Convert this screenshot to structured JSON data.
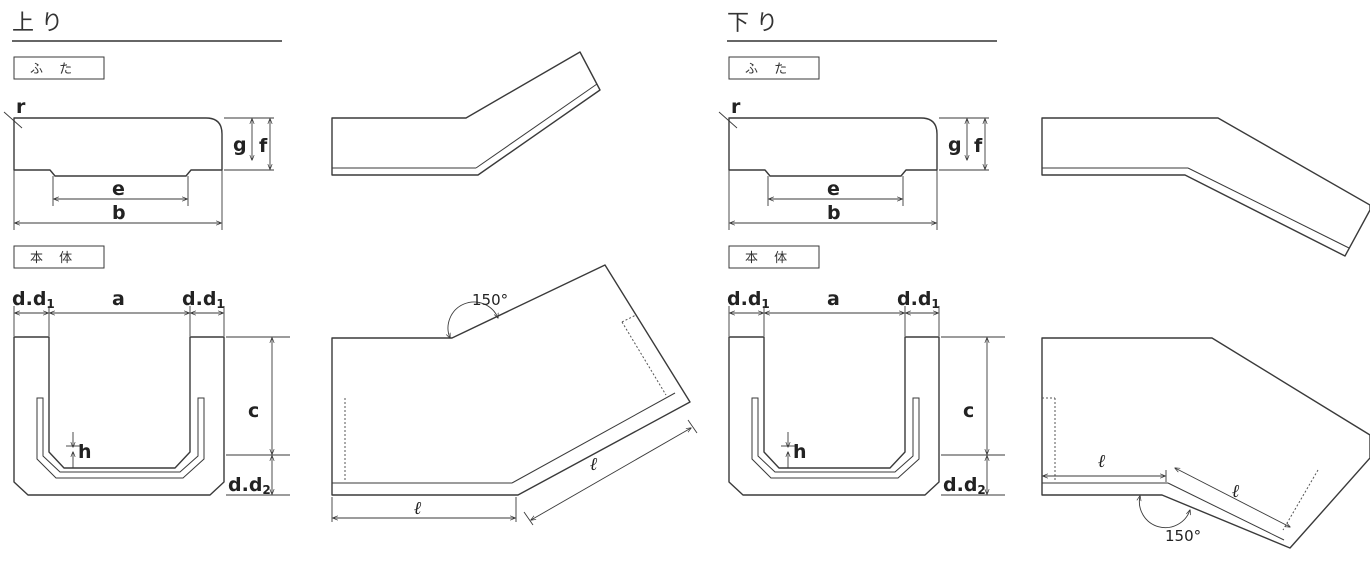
{
  "left": {
    "title": "上 り",
    "cover": {
      "box_label": "ふ た",
      "r": "r",
      "g": "g",
      "f": "f",
      "e": "e",
      "b": "b"
    },
    "body": {
      "box_label": "本 体",
      "d_left": "d.d",
      "d_left_sub": "1",
      "a": "a",
      "d_right": "d.d",
      "d_right_sub": "1",
      "c": "c",
      "h": "h",
      "d_bottom": "d.d",
      "d_bottom_sub": "2"
    },
    "angle_label": "150°",
    "length_1": "ℓ",
    "length_2": "ℓ"
  },
  "right": {
    "title": "下 り",
    "cover": {
      "box_label": "ふ た",
      "r": "r",
      "g": "g",
      "f": "f",
      "e": "e",
      "b": "b"
    },
    "body": {
      "box_label": "本 体",
      "d_left": "d.d",
      "d_left_sub": "1",
      "a": "a",
      "d_right": "d.d",
      "d_right_sub": "1",
      "c": "c",
      "h": "h",
      "d_bottom": "d.d",
      "d_bottom_sub": "2"
    },
    "angle_label": "150°",
    "length_1": "ℓ",
    "length_2": "ℓ"
  },
  "colors": {
    "line": "#3a3a3a",
    "text": "#222222",
    "background": "#ffffff"
  }
}
